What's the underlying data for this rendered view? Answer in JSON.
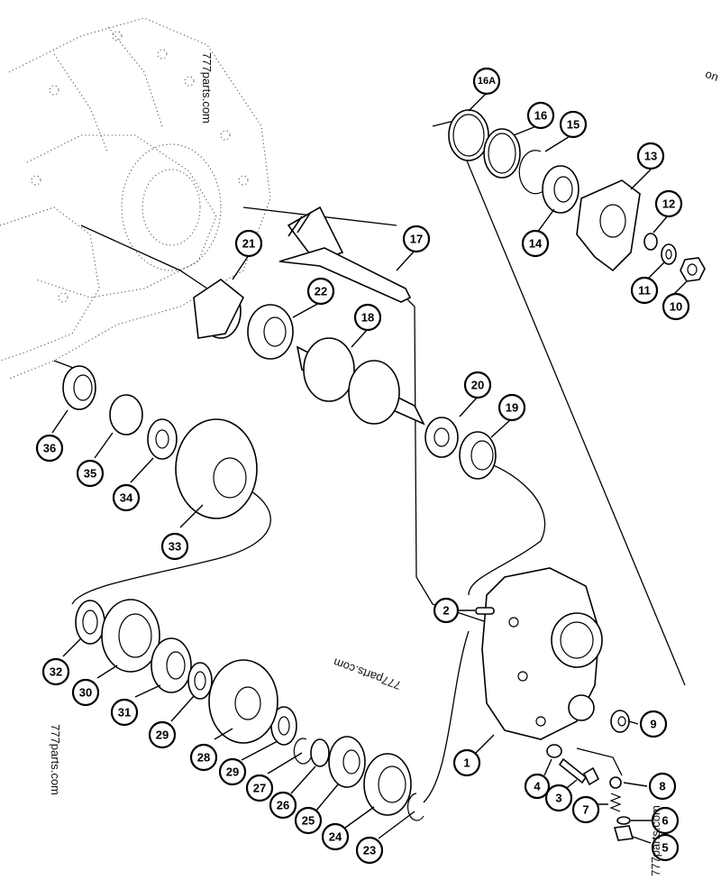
{
  "watermarks": {
    "top": "777parts.com",
    "middle": "777parts.com",
    "left": "777parts.com",
    "bottom_right": "777parts.com",
    "edge": "uo"
  },
  "callouts": [
    "1",
    "2",
    "3",
    "4",
    "5",
    "6",
    "7",
    "8",
    "9",
    "10",
    "11",
    "12",
    "13",
    "14",
    "15",
    "16",
    "16A",
    "17",
    "18",
    "19",
    "20",
    "21",
    "22",
    "23",
    "24",
    "25",
    "26",
    "27",
    "28",
    "29",
    "29",
    "30",
    "31",
    "32",
    "33",
    "34",
    "35",
    "36"
  ]
}
